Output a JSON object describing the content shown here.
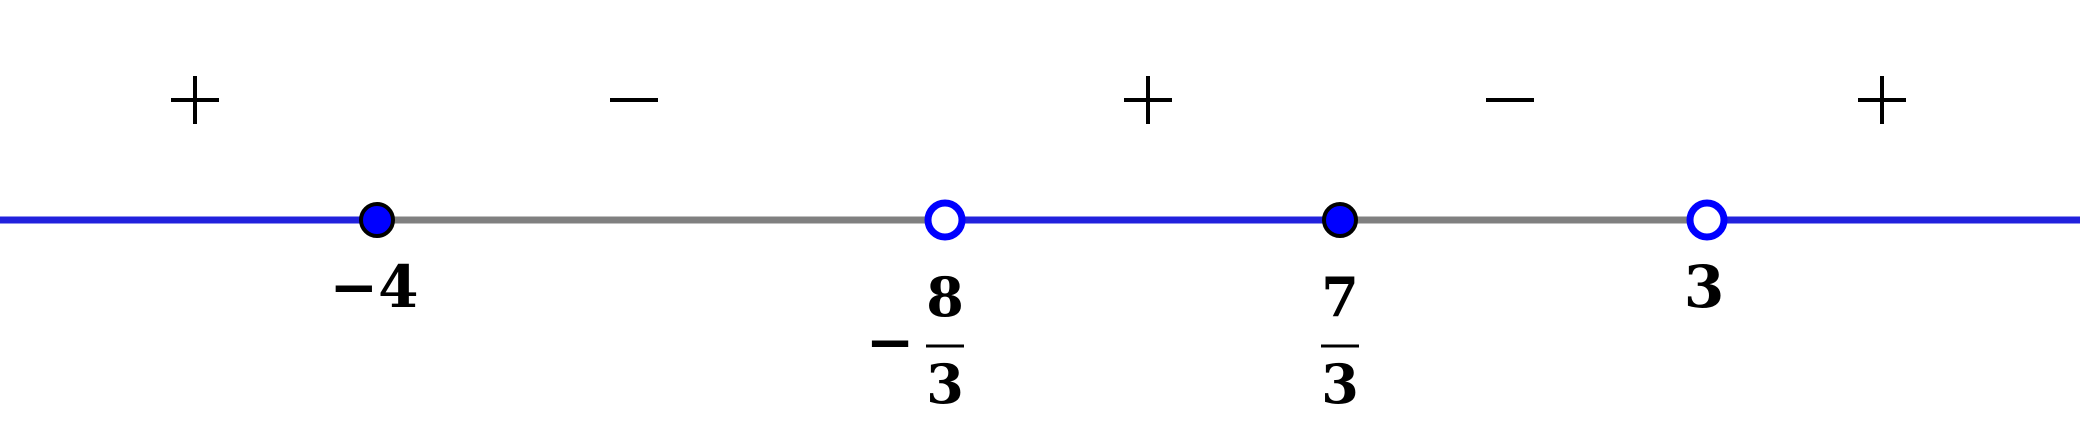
{
  "number_line": {
    "colors": {
      "solution": "#2222dd",
      "excluded": "#808080",
      "point_fill": "#0000ff",
      "point_stroke_closed": "#000000",
      "point_stroke_open": "#0000ff"
    },
    "critical_points": [
      {
        "value": -4,
        "label": "−4",
        "style": "closed"
      },
      {
        "value": -2.6667,
        "label_sign": "−",
        "label_num": "8",
        "label_den": "3",
        "style": "open"
      },
      {
        "value": 2.3333,
        "label_num": "7",
        "label_den": "3",
        "style": "closed"
      },
      {
        "value": 3,
        "label": "3",
        "style": "open"
      }
    ],
    "intervals": [
      {
        "sign": "+",
        "shaded": true
      },
      {
        "sign": "−",
        "shaded": false
      },
      {
        "sign": "+",
        "shaded": true
      },
      {
        "sign": "−",
        "shaded": false
      },
      {
        "sign": "+",
        "shaded": true
      }
    ]
  }
}
